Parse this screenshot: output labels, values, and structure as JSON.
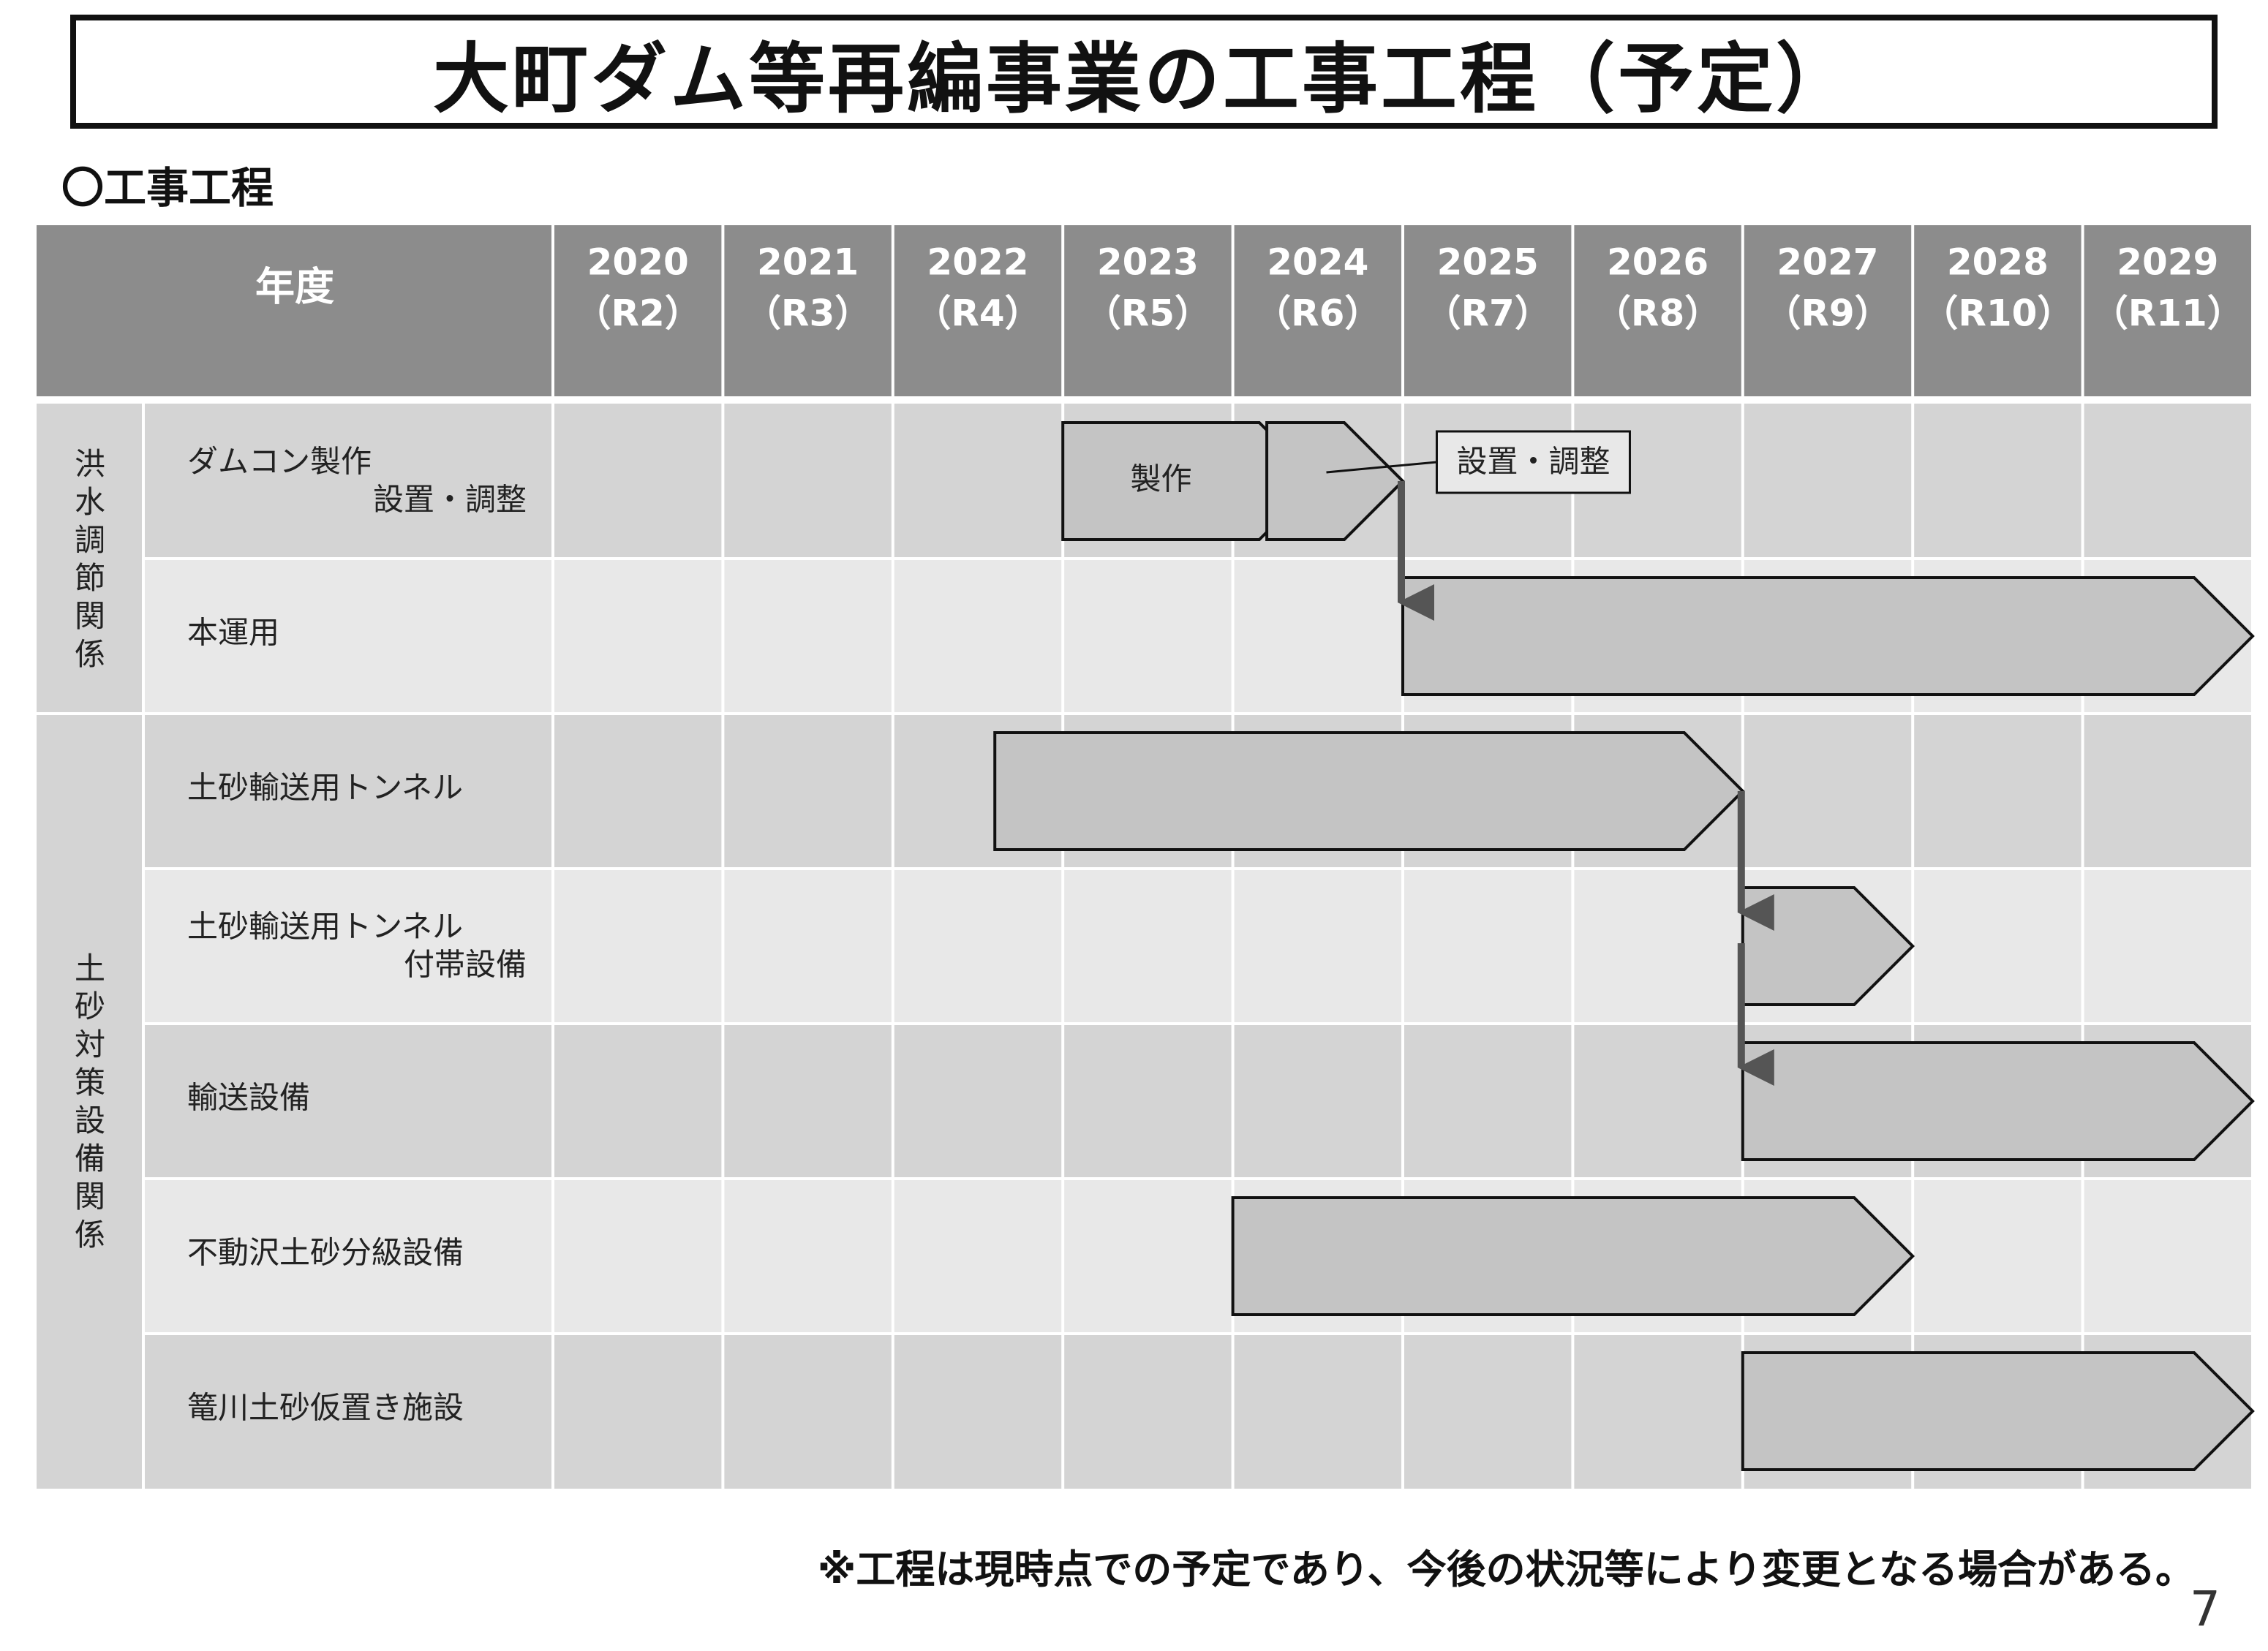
{
  "title": "大町ダム等再編事業の工事工程（予定）",
  "section_label": "〇工事工程",
  "footnote": "※工程は現時点での予定であり、今後の状況等により変更となる場合がある。",
  "page_number": "7",
  "colors": {
    "header_bg": "#8c8c8c",
    "row_dark": "#d4d4d4",
    "row_light": "#e8e8e8",
    "bar_fill": "#c4c4c4",
    "arrow": "#555555"
  },
  "chart_data": {
    "type": "gantt",
    "header_label": "年度",
    "years": [
      {
        "year": "2020",
        "era": "（R2）"
      },
      {
        "year": "2021",
        "era": "（R3）"
      },
      {
        "year": "2022",
        "era": "（R4）"
      },
      {
        "year": "2023",
        "era": "（R5）"
      },
      {
        "year": "2024",
        "era": "（R6）"
      },
      {
        "year": "2025",
        "era": "（R7）"
      },
      {
        "year": "2026",
        "era": "（R8）"
      },
      {
        "year": "2027",
        "era": "（R9）"
      },
      {
        "year": "2028",
        "era": "（R10）"
      },
      {
        "year": "2029",
        "era": "（R11）"
      }
    ],
    "groups": [
      {
        "label": "洪水調節関係",
        "rows": [
          0,
          1
        ]
      },
      {
        "label": "土砂対策設備関係",
        "rows": [
          2,
          3,
          4,
          5,
          6
        ]
      }
    ],
    "rows": [
      {
        "label_lines": [
          "ダムコン製作",
          "設置・調整"
        ]
      },
      {
        "label_lines": [
          "本運用"
        ]
      },
      {
        "label_lines": [
          "土砂輸送用トンネル"
        ]
      },
      {
        "label_lines": [
          "土砂輸送用トンネル",
          "付帯設備"
        ]
      },
      {
        "label_lines": [
          "輸送設備"
        ]
      },
      {
        "label_lines": [
          "不動沢土砂分級設備"
        ]
      },
      {
        "label_lines": [
          "篭川土砂仮置き施設"
        ]
      }
    ],
    "bars": [
      {
        "row": 0,
        "start": 2023.0,
        "end": 2024.5,
        "label": "製作"
      },
      {
        "row": 0,
        "start": 2024.2,
        "end": 2025.0,
        "label": ""
      },
      {
        "row": 1,
        "start": 2025.0,
        "end": 2030.0,
        "label": ""
      },
      {
        "row": 2,
        "start": 2022.6,
        "end": 2027.0,
        "label": ""
      },
      {
        "row": 3,
        "start": 2027.0,
        "end": 2028.0,
        "label": ""
      },
      {
        "row": 4,
        "start": 2027.0,
        "end": 2030.0,
        "label": ""
      },
      {
        "row": 5,
        "start": 2024.0,
        "end": 2028.0,
        "label": ""
      },
      {
        "row": 6,
        "start": 2027.0,
        "end": 2030.0,
        "label": ""
      }
    ],
    "callouts": [
      {
        "row": 0,
        "at": 2024.8,
        "text": "設置・調整"
      }
    ],
    "dependencies": [
      {
        "x": 2025.0,
        "from_row": 0,
        "to_row": 1
      },
      {
        "x": 2027.0,
        "from_row": 2,
        "to_row": 3
      },
      {
        "x": 2027.0,
        "from_row": 3,
        "to_row": 4
      }
    ]
  }
}
